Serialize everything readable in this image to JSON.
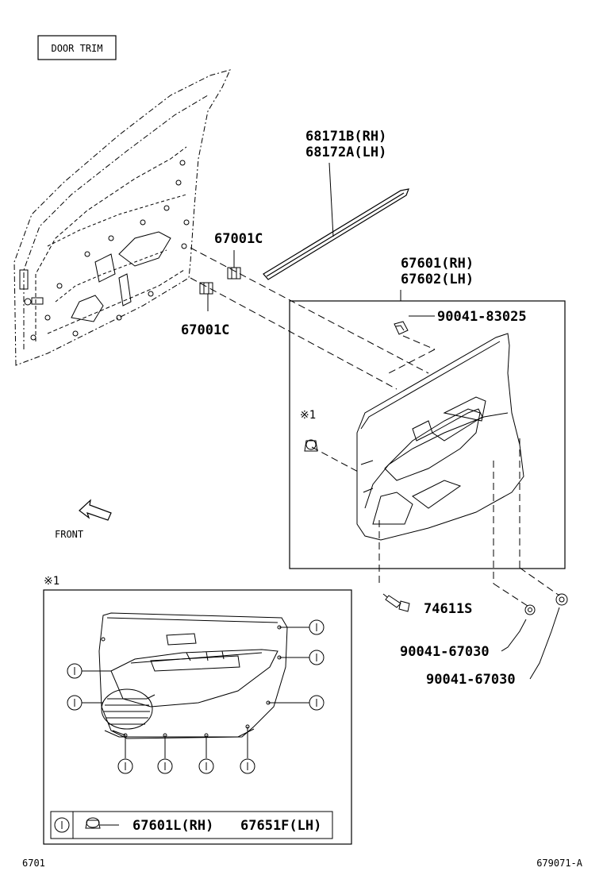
{
  "title": "DOOR TRIM",
  "front_label": "FRONT",
  "page_number": "6701",
  "drawing_code": "679071-A",
  "star_note": "※1",
  "parts": {
    "clip_upper": "67001C",
    "clip_lower": "67001C",
    "weatherstrip": [
      "68171B(RH)",
      "68172A(LH)"
    ],
    "door_panel": [
      "67601(RH)",
      "67602(LH)"
    ],
    "clip_top": "90041-83025",
    "screw": "74611S",
    "clip_a": "90041-67030",
    "clip_b": "90041-67030"
  },
  "inset": {
    "circle_marker": "①",
    "legend_part_rh": "67601L(RH)",
    "legend_part_lh": "67651F(LH)"
  }
}
